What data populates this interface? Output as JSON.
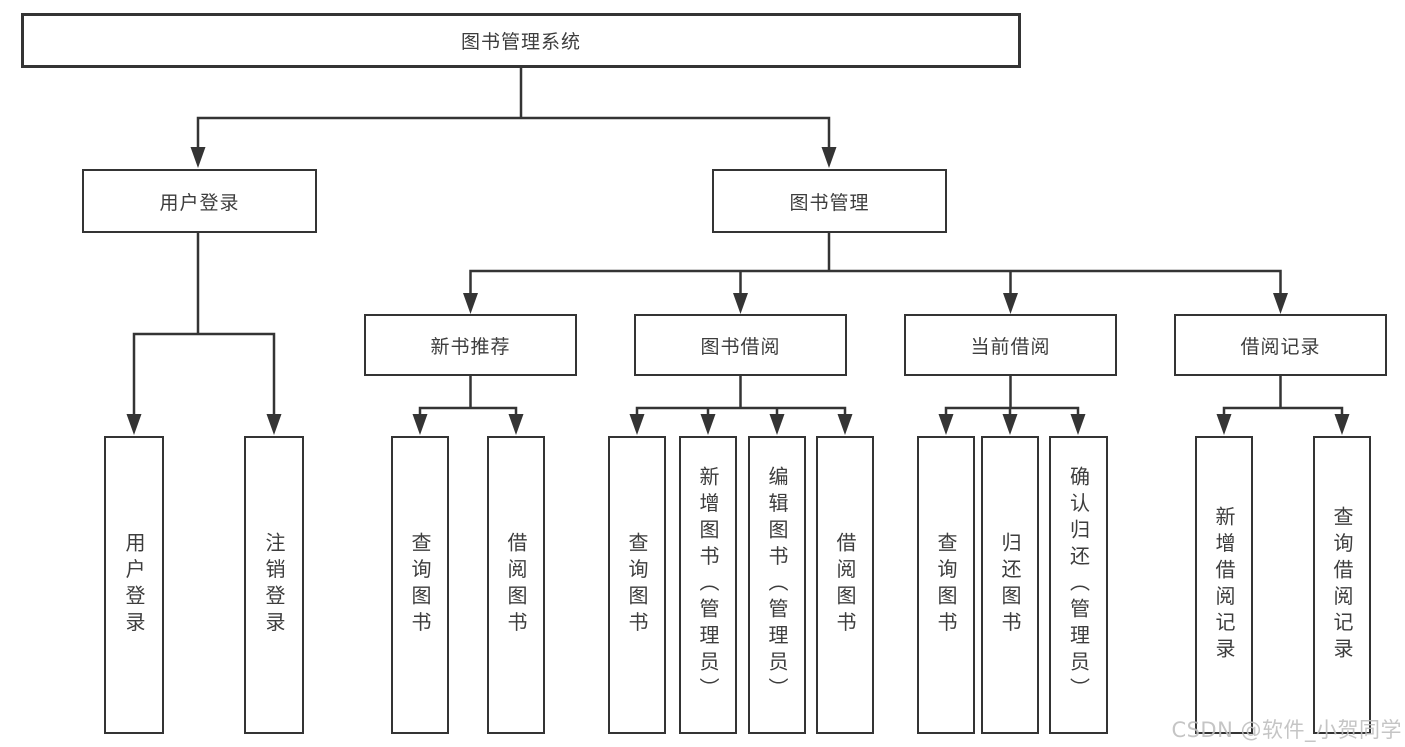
{
  "colors": {
    "line": "#343434",
    "box_border": "#343434",
    "box_fill": "#ffffff",
    "text": "#3d3d3d",
    "watermark": "#bfbfbf",
    "background": "#ffffff"
  },
  "tree": {
    "root": {
      "label": "图书管理系统",
      "children": [
        {
          "label": "用户登录",
          "children": [
            {
              "label": "用户登录"
            },
            {
              "label": "注销登录"
            }
          ]
        },
        {
          "label": "图书管理",
          "children": [
            {
              "label": "新书推荐",
              "children": [
                {
                  "label": "查询图书"
                },
                {
                  "label": "借阅图书"
                }
              ]
            },
            {
              "label": "图书借阅",
              "children": [
                {
                  "label": "查询图书"
                },
                {
                  "label": "新增图书（管理员）"
                },
                {
                  "label": "编辑图书（管理员）"
                },
                {
                  "label": "借阅图书"
                }
              ]
            },
            {
              "label": "当前借阅",
              "children": [
                {
                  "label": "查询图书"
                },
                {
                  "label": "归还图书"
                },
                {
                  "label": "确认归还（管理员）"
                }
              ]
            },
            {
              "label": "借阅记录",
              "children": [
                {
                  "label": "新增借阅记录"
                },
                {
                  "label": "查询借阅记录"
                }
              ]
            }
          ]
        }
      ]
    }
  },
  "watermark": "CSDN @软件_小贺同学"
}
